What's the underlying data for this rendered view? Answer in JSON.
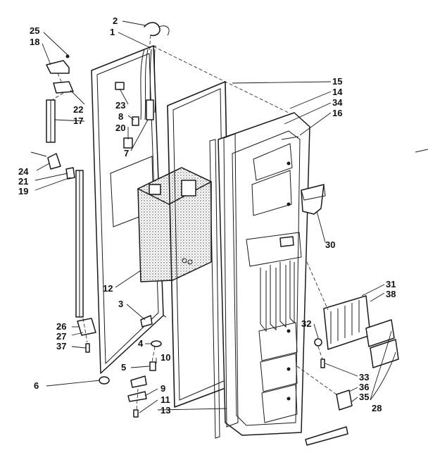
{
  "diagram": {
    "callouts": [
      {
        "id": "c2",
        "text": "2"
      },
      {
        "id": "c1",
        "text": "1"
      },
      {
        "id": "c25",
        "text": "25"
      },
      {
        "id": "c18",
        "text": "18"
      },
      {
        "id": "c23",
        "text": "23"
      },
      {
        "id": "c8",
        "text": "8"
      },
      {
        "id": "c22",
        "text": "22"
      },
      {
        "id": "c17",
        "text": "17"
      },
      {
        "id": "c20",
        "text": "20"
      },
      {
        "id": "c7",
        "text": "7"
      },
      {
        "id": "c24",
        "text": "24"
      },
      {
        "id": "c21",
        "text": "21"
      },
      {
        "id": "c19",
        "text": "19"
      },
      {
        "id": "c15",
        "text": "15"
      },
      {
        "id": "c14",
        "text": "14"
      },
      {
        "id": "c34",
        "text": "34"
      },
      {
        "id": "c16",
        "text": "16"
      },
      {
        "id": "c30",
        "text": "30"
      },
      {
        "id": "c12",
        "text": "12"
      },
      {
        "id": "c3",
        "text": "3"
      },
      {
        "id": "c31",
        "text": "31"
      },
      {
        "id": "c38",
        "text": "38"
      },
      {
        "id": "c26",
        "text": "26"
      },
      {
        "id": "c27",
        "text": "27"
      },
      {
        "id": "c37",
        "text": "37"
      },
      {
        "id": "c32",
        "text": "32"
      },
      {
        "id": "c4",
        "text": "4"
      },
      {
        "id": "c10",
        "text": "10"
      },
      {
        "id": "c5",
        "text": "5"
      },
      {
        "id": "c6",
        "text": "6"
      },
      {
        "id": "c9",
        "text": "9"
      },
      {
        "id": "c11",
        "text": "11"
      },
      {
        "id": "c13",
        "text": "13"
      },
      {
        "id": "c33",
        "text": "33"
      },
      {
        "id": "c36",
        "text": "36"
      },
      {
        "id": "c35",
        "text": "35"
      },
      {
        "id": "c28",
        "text": "28"
      }
    ]
  }
}
